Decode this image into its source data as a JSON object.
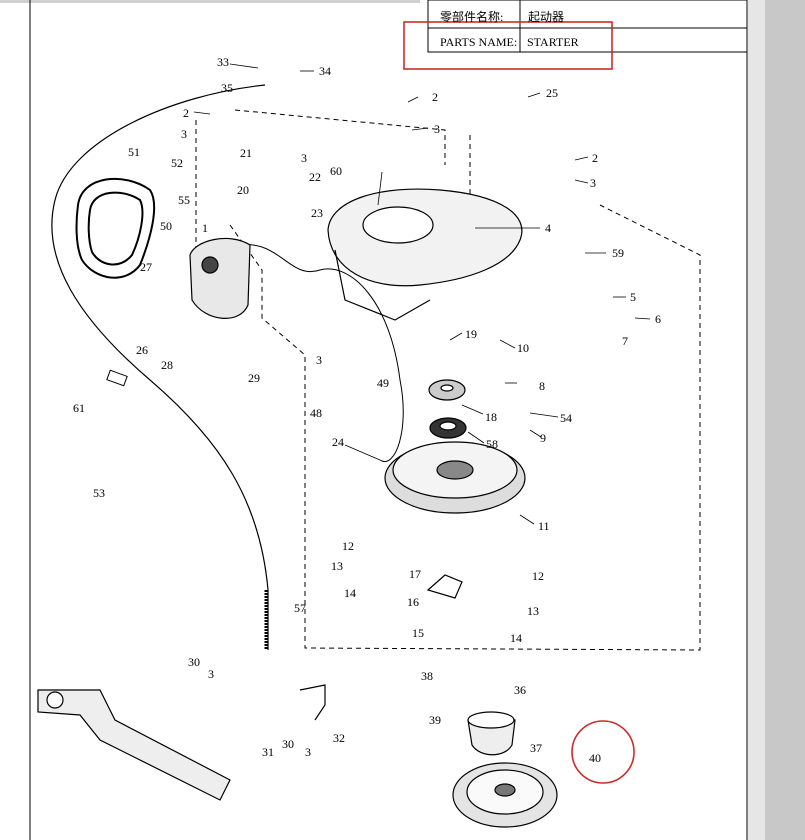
{
  "header": {
    "cn_label": "零部件名称:",
    "cn_value": "起动器",
    "en_label": "PARTS NAME:",
    "en_value": "STARTER"
  },
  "callouts": [
    "1",
    "2",
    "3",
    "4",
    "5",
    "6",
    "7",
    "8",
    "9",
    "10",
    "11",
    "12",
    "13",
    "14",
    "15",
    "16",
    "17",
    "18",
    "19",
    "20",
    "21",
    "22",
    "23",
    "24",
    "25",
    "26",
    "27",
    "28",
    "29",
    "30",
    "31",
    "32",
    "33",
    "34",
    "35",
    "36",
    "37",
    "38",
    "39",
    "40",
    "48",
    "49",
    "50",
    "51",
    "52",
    "53",
    "54",
    "55",
    "57",
    "58",
    "59",
    "60",
    "61"
  ],
  "highlight_color": "#cc2b2b"
}
